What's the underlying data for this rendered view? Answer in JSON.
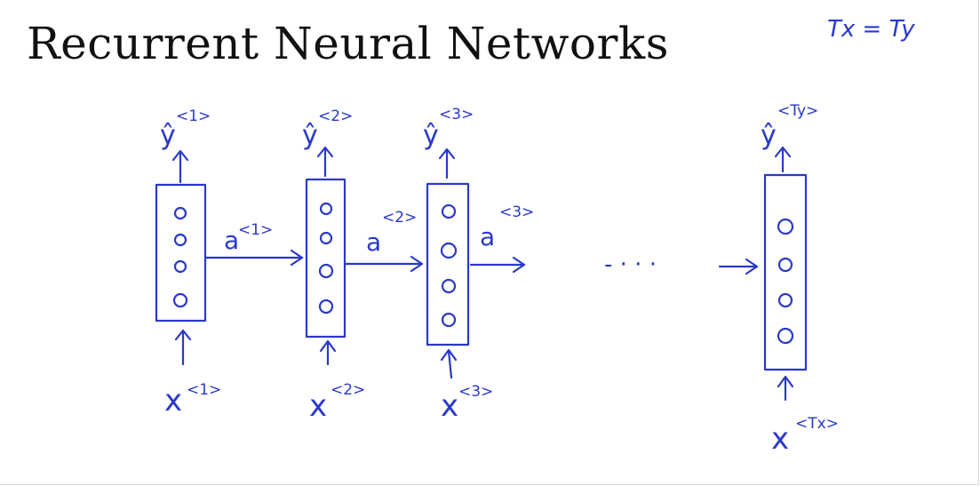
{
  "title": "Recurrent Neural Networks",
  "note": "Tx = Ty",
  "ink_color": "#2a39c9",
  "steps": [
    {
      "y_label": "ŷ",
      "y_sup": "<1>",
      "x_label": "x",
      "x_sup": "<1>",
      "a_label": "a",
      "a_sup": "<1>"
    },
    {
      "y_label": "ŷ",
      "y_sup": "<2>",
      "x_label": "x",
      "x_sup": "<2>",
      "a_label": "a",
      "a_sup": "<2>"
    },
    {
      "y_label": "ŷ",
      "y_sup": "<3>",
      "x_label": "x",
      "x_sup": "<3>",
      "a_label": "a",
      "a_sup": "<3>"
    },
    {
      "y_label": "ŷ",
      "y_sup": "<Ty>",
      "x_label": "x",
      "x_sup": "<Tx>"
    }
  ],
  "ellipsis": "- · · ·"
}
